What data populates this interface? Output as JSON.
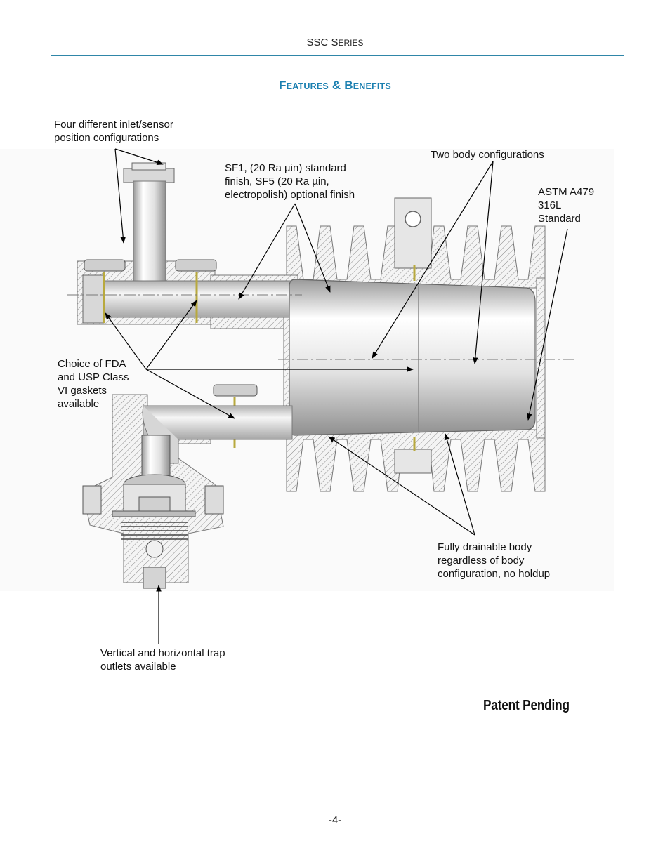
{
  "header": {
    "series_main": "SSC S",
    "series_small": "ERIES"
  },
  "section": {
    "part1_big": "F",
    "part1_small": "EATURES",
    "amp": " & ",
    "part2_big": "B",
    "part2_small": "ENEFITS"
  },
  "callouts": {
    "inlet": "Four different inlet/sensor\nposition configurations",
    "finish": "SF1, (20 Ra µin) standard\nfinish, SF5 (20 Ra µin,\nelectropolish) optional finish",
    "body_configs": "Two body configurations",
    "astm": "ASTM A479\n316L\nStandard",
    "gaskets": "Choice of FDA\nand USP Class\nVI gaskets\navailable",
    "drainable": "Fully drainable body\nregardless of body\nconfiguration, no holdup",
    "outlets": "Vertical and horizontal trap\noutlets available"
  },
  "patent": "Patent Pending",
  "page_number": "-4-",
  "colors": {
    "accent": "#1a7fb0",
    "rule": "#2f86a8",
    "gasket": "#e8e27a"
  }
}
